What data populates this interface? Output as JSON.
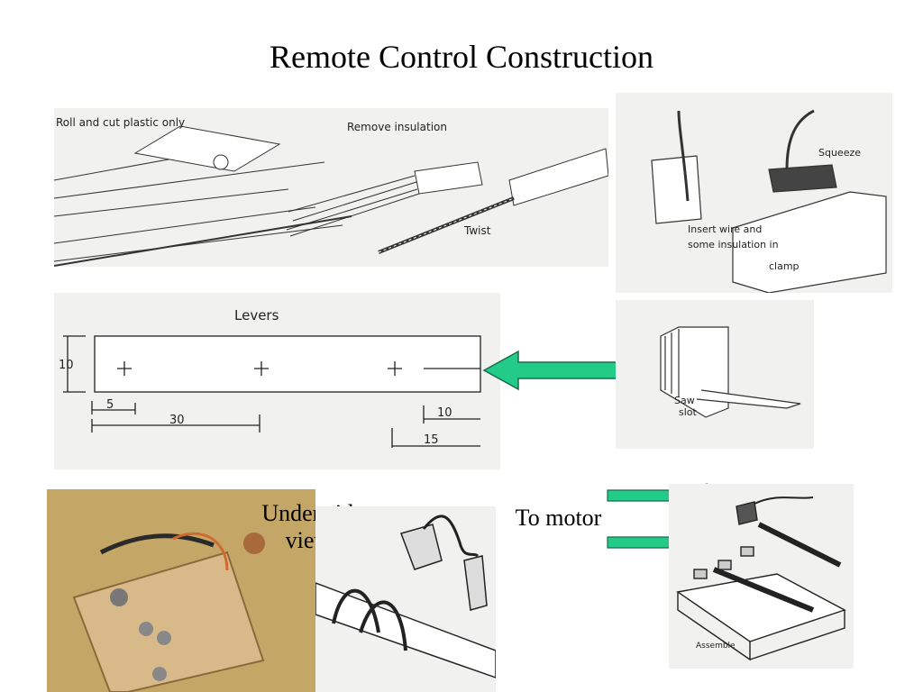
{
  "slide": {
    "title": "Remote Control Construction",
    "captions": {
      "under_side": "Under side views",
      "to_motor": "To motor"
    }
  },
  "figures": {
    "wire_prep": {
      "roll_cut": "Roll and cut plastic only",
      "remove_insulation": "Remove insulation",
      "twist": "Twist"
    },
    "clamp": {
      "squeeze": "Squeeze",
      "insert_1": "Insert wire and",
      "insert_2": "some insulation in",
      "insert_3": "clamp"
    },
    "levers": {
      "heading": "Levers",
      "dim_height": "10",
      "dim_5": "5",
      "dim_30": "30",
      "dim_10": "10",
      "dim_15": "15"
    },
    "saw_slot": {
      "line1": "Saw",
      "line2": "slot"
    },
    "assembly": {
      "assemble": "Assemble"
    }
  },
  "colors": {
    "arrow_fill": "#22cc88",
    "arrow_stroke": "#1a6b4a",
    "photo_board": "#c9a36a"
  }
}
